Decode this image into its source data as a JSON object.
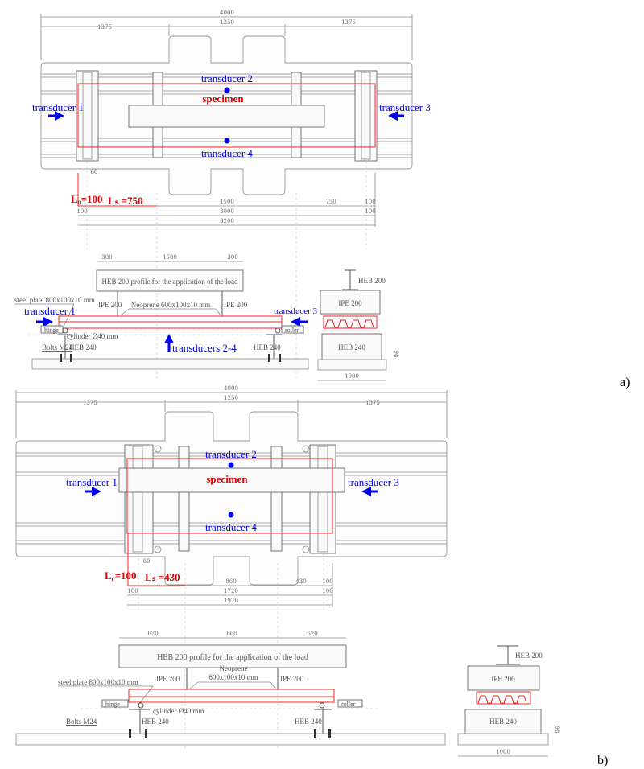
{
  "panel_a": {
    "tag": "a)",
    "plan": {
      "dims_top": [
        "4000",
        "1375",
        "1250",
        "1375"
      ],
      "plate_dim": "60",
      "transducer_1": "transducer 1",
      "transducer_2": "transducer 2",
      "transducer_3": "transducer 3",
      "transducer_4": "transducer 4",
      "specimen": "specimen",
      "l0": "L₀=100",
      "ls": "Lₛ =750",
      "dims_row1": [
        "1500",
        "750",
        "100"
      ],
      "dims_row2": [
        "100",
        "3000",
        "100"
      ],
      "dims_row3": [
        "3200"
      ]
    },
    "elevation": {
      "dims": [
        "300",
        "1500",
        "300"
      ],
      "load_beam": "HEB 200 profile for the application of the load",
      "ipe_left": "IPE 200",
      "ipe_right": "IPE 200",
      "neoprene": "Neoprene 600x100x10 mm",
      "steel_plate": "steel plate 800x100x10 mm",
      "transducer_1": "transducer 1",
      "transducer_3": "transducer 3",
      "transducers_2_4": "transducers 2-4",
      "hinge": "hinge",
      "roller": "roller",
      "cylinder": "cylinder Ø40 mm",
      "bolts": "Bolts M24",
      "heb240_left": "HEB 240",
      "heb240_right": "HEB 240"
    },
    "section": {
      "heb200": "HEB 200",
      "ipe200": "IPE 200",
      "heb240": "HEB 240",
      "height_dim": "98",
      "width_dim": "1000"
    }
  },
  "panel_b": {
    "tag": "b)",
    "plan": {
      "dims_top": [
        "4000",
        "1375",
        "1250",
        "1375"
      ],
      "plate_dim": "60",
      "transducer_1": "transducer 1",
      "transducer_2": "transducer 2",
      "transducer_3": "transducer 3",
      "transducer_4": "transducer 4",
      "specimen": "specimen",
      "l0": "L₀=100",
      "ls": "Lₛ =430",
      "dims_row1": [
        "860",
        "430",
        "100"
      ],
      "dims_row2": [
        "100",
        "1720",
        "100"
      ],
      "dims_row3": [
        "1920"
      ]
    },
    "elevation": {
      "dims": [
        "620",
        "860",
        "620"
      ],
      "load_beam": "HEB 200 profile for the application of the load",
      "ipe_left": "IPE 200",
      "ipe_right": "IPE 200",
      "neoprene_1": "Neoprene",
      "neoprene_2": "600x100x10 mm",
      "steel_plate": "steel plate 800x100x10 mm",
      "hinge": "hinge",
      "roller": "roller",
      "cylinder": "cylinder Ø40 mm",
      "bolts": "Bolts M24",
      "heb240_left": "HEB 240",
      "heb240_right": "HEB 240"
    },
    "section": {
      "heb200": "HEB 200",
      "ipe200": "IPE 200",
      "heb240": "HEB 240",
      "height_dim": "98",
      "width_dim": "1000"
    }
  },
  "colors": {
    "transducer": "#0000ee",
    "specimen": "#e00000"
  }
}
